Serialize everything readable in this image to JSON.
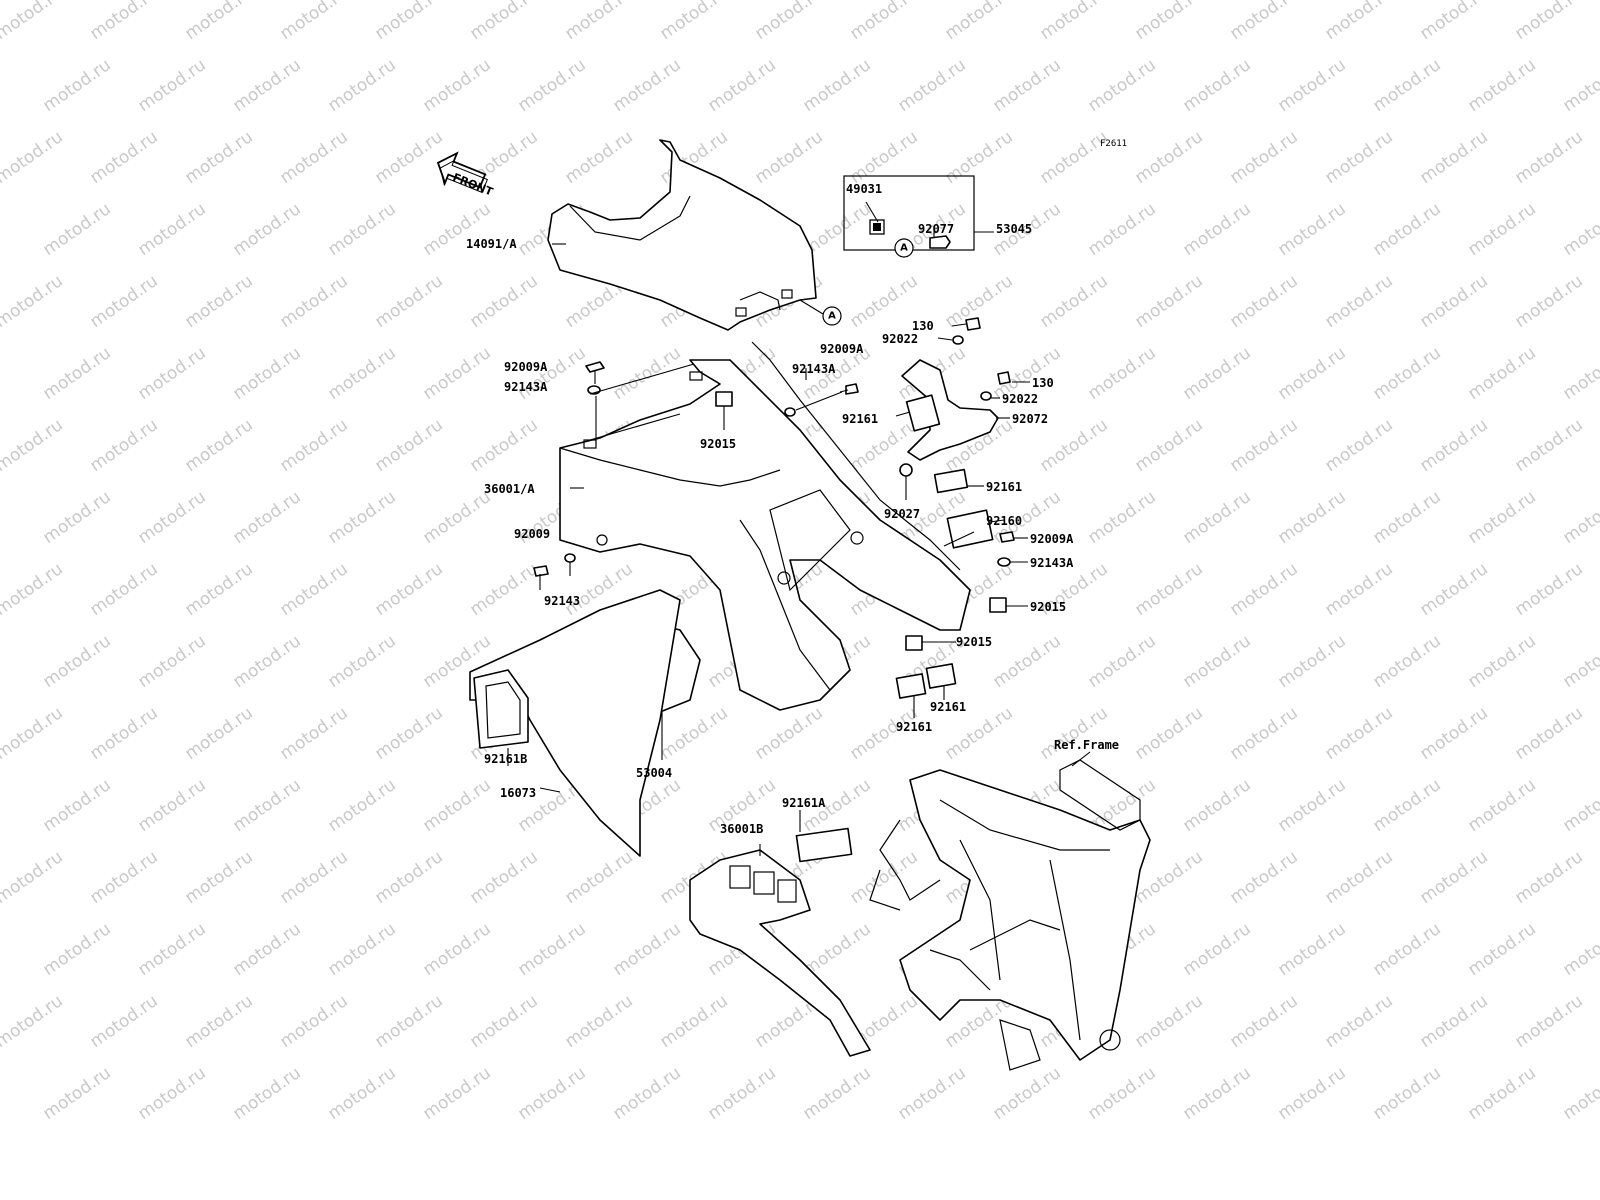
{
  "figure_code": "F2611",
  "front_label": "FRONT",
  "watermark": "motod.ru",
  "ref_label": "Ref.Frame",
  "callouts": {
    "a1": "A",
    "a2": "A"
  },
  "parts": [
    {
      "id": "p14091A",
      "text": "14091/A"
    },
    {
      "id": "p49031",
      "text": "49031"
    },
    {
      "id": "p92077",
      "text": "92077"
    },
    {
      "id": "p53045",
      "text": "53045"
    },
    {
      "id": "p130a",
      "text": "130"
    },
    {
      "id": "p92022a",
      "text": "92022"
    },
    {
      "id": "p92009A_top",
      "text": "92009A"
    },
    {
      "id": "p92143A_top",
      "text": "92143A"
    },
    {
      "id": "p130b",
      "text": "130"
    },
    {
      "id": "p92022b",
      "text": "92022"
    },
    {
      "id": "p92161a",
      "text": "92161"
    },
    {
      "id": "p92072",
      "text": "92072"
    },
    {
      "id": "p92009A_left",
      "text": "92009A"
    },
    {
      "id": "p92143A_left",
      "text": "92143A"
    },
    {
      "id": "p92015a",
      "text": "92015"
    },
    {
      "id": "p92161b",
      "text": "92161"
    },
    {
      "id": "p36001A",
      "text": "36001/A"
    },
    {
      "id": "p92027",
      "text": "92027"
    },
    {
      "id": "p92160",
      "text": "92160"
    },
    {
      "id": "p92009",
      "text": "92009"
    },
    {
      "id": "p92009A_right",
      "text": "92009A"
    },
    {
      "id": "p92143A_right",
      "text": "92143A"
    },
    {
      "id": "p92143",
      "text": "92143"
    },
    {
      "id": "p92015b",
      "text": "92015"
    },
    {
      "id": "p92015c",
      "text": "92015"
    },
    {
      "id": "p92161c",
      "text": "92161"
    },
    {
      "id": "p92161d",
      "text": "92161"
    },
    {
      "id": "p92161B",
      "text": "92161B"
    },
    {
      "id": "p53004",
      "text": "53004"
    },
    {
      "id": "p16073",
      "text": "16073"
    },
    {
      "id": "p92161A",
      "text": "92161A"
    },
    {
      "id": "p36001B",
      "text": "36001B"
    }
  ]
}
